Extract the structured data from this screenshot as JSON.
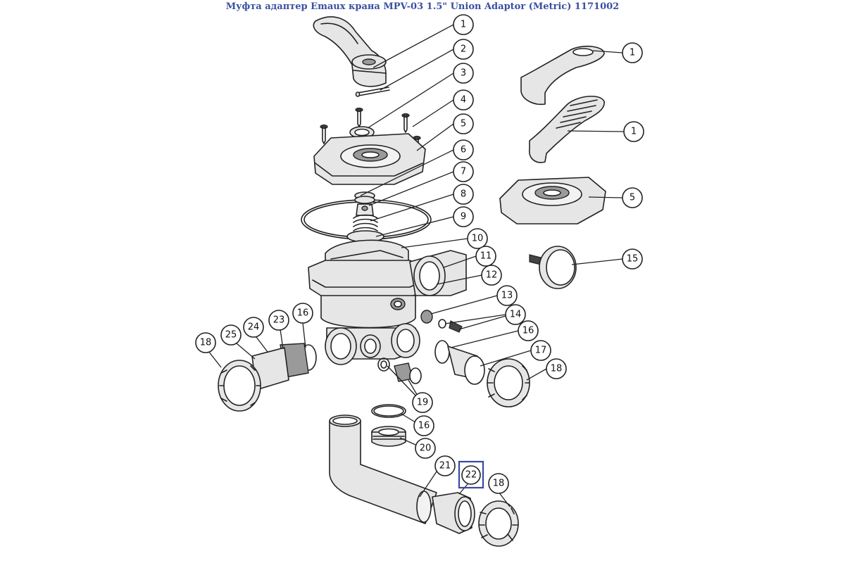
{
  "title": "Муфта адаптер Emaux крана MPV-03 1.5\" Union Adaptor (Metric) 1171002",
  "accent_color": "#3b49a3",
  "title_color": "#3a4fa0",
  "highlighted_callout": "22",
  "callouts": [
    {
      "id": "c1a",
      "label": "1"
    },
    {
      "id": "c2",
      "label": "2"
    },
    {
      "id": "c3",
      "label": "3"
    },
    {
      "id": "c4",
      "label": "4"
    },
    {
      "id": "c5a",
      "label": "5"
    },
    {
      "id": "c6",
      "label": "6"
    },
    {
      "id": "c7",
      "label": "7"
    },
    {
      "id": "c8",
      "label": "8"
    },
    {
      "id": "c9",
      "label": "9"
    },
    {
      "id": "c10",
      "label": "10"
    },
    {
      "id": "c11",
      "label": "11"
    },
    {
      "id": "c12",
      "label": "12"
    },
    {
      "id": "c13",
      "label": "13"
    },
    {
      "id": "c14",
      "label": "14"
    },
    {
      "id": "c16a",
      "label": "16"
    },
    {
      "id": "c17",
      "label": "17"
    },
    {
      "id": "c18a",
      "label": "18"
    },
    {
      "id": "c19",
      "label": "19"
    },
    {
      "id": "c16b",
      "label": "16"
    },
    {
      "id": "c20",
      "label": "20"
    },
    {
      "id": "c21",
      "label": "21"
    },
    {
      "id": "c22",
      "label": "22"
    },
    {
      "id": "c18b",
      "label": "18"
    },
    {
      "id": "c18c",
      "label": "18"
    },
    {
      "id": "c25",
      "label": "25"
    },
    {
      "id": "c24",
      "label": "24"
    },
    {
      "id": "c23",
      "label": "23"
    },
    {
      "id": "c16c",
      "label": "16"
    },
    {
      "id": "c1b",
      "label": "1"
    },
    {
      "id": "c1c",
      "label": "1"
    },
    {
      "id": "c5b",
      "label": "5"
    },
    {
      "id": "c15",
      "label": "15"
    }
  ]
}
